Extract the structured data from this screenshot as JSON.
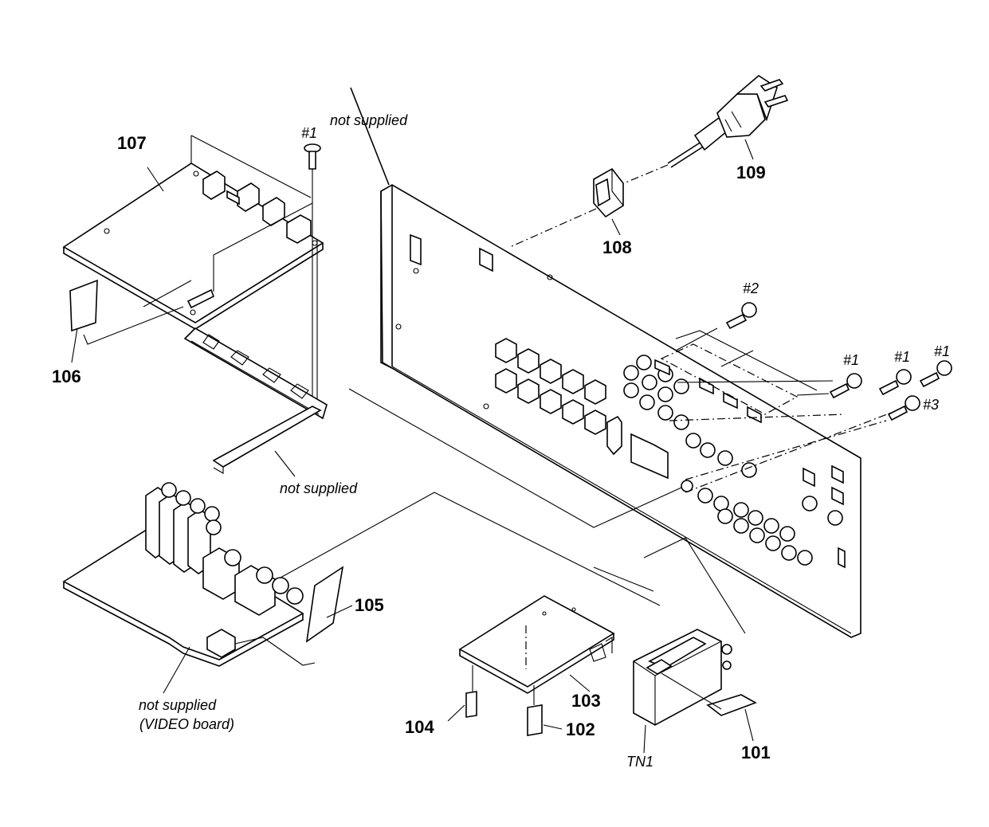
{
  "parts": {
    "p101": "101",
    "p102": "102",
    "p103": "103",
    "p104": "104",
    "p105": "105",
    "p106": "106",
    "p107": "107",
    "p108": "108",
    "p109": "109",
    "tn1": "TN1"
  },
  "screws": {
    "s1a": "#1",
    "s2": "#2",
    "s1b": "#1",
    "s1c": "#1",
    "s1d": "#1",
    "s3": "#3"
  },
  "notes": {
    "not_supplied_top": "not supplied",
    "not_supplied_bracket": "not supplied",
    "not_supplied_video_line1": "not supplied",
    "not_supplied_video_line2": "(VIDEO board)"
  }
}
